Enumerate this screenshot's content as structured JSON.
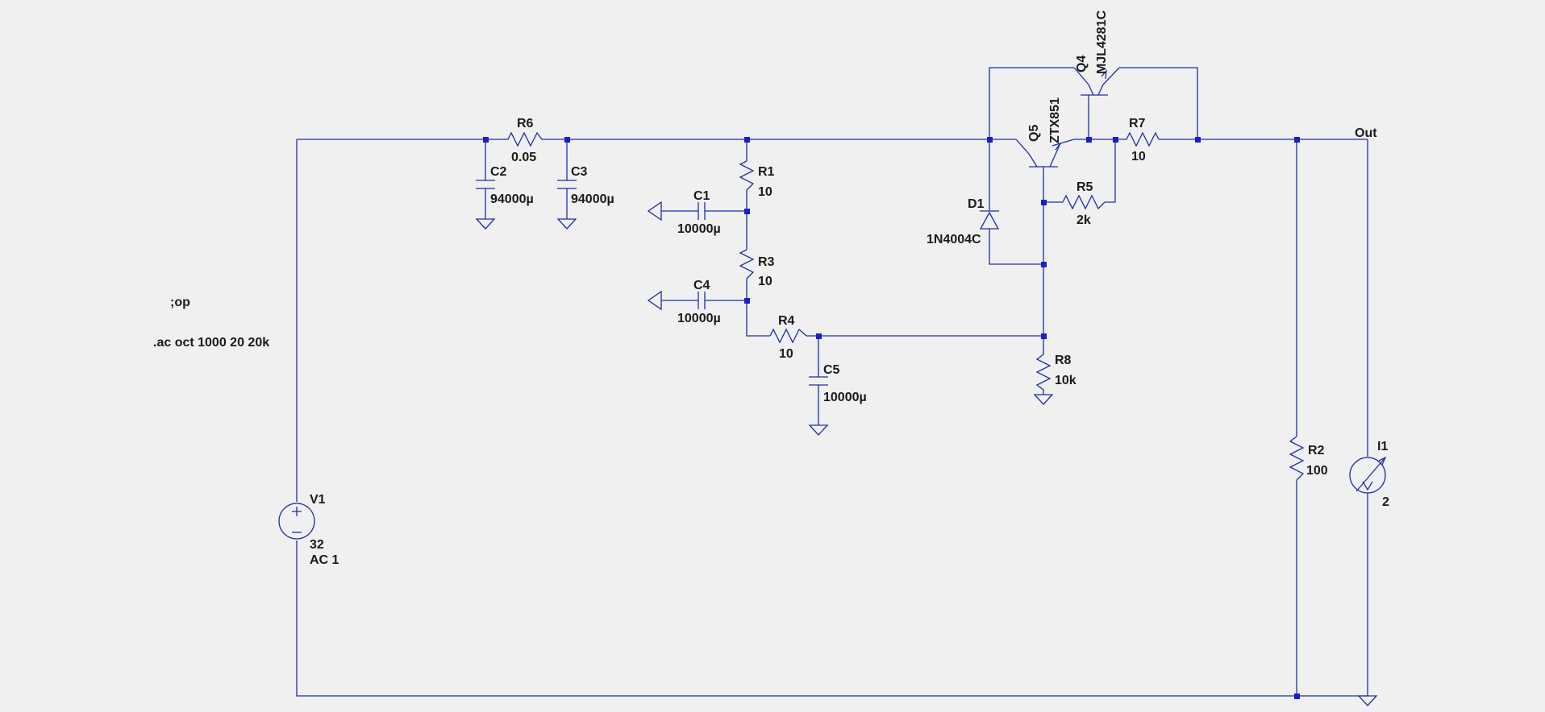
{
  "netlist_directives": [
    ";op",
    ".ac oct 1000 20 20k"
  ],
  "net_labels": {
    "out": "Out"
  },
  "components": {
    "R6": {
      "name": "R6",
      "value": "0.05"
    },
    "C2": {
      "name": "C2",
      "value": "94000µ"
    },
    "C3": {
      "name": "C3",
      "value": "94000µ"
    },
    "R1": {
      "name": "R1",
      "value": "10"
    },
    "C1": {
      "name": "C1",
      "value": "10000µ"
    },
    "R3": {
      "name": "R3",
      "value": "10"
    },
    "C4": {
      "name": "C4",
      "value": "10000µ"
    },
    "R4": {
      "name": "R4",
      "value": "10"
    },
    "C5": {
      "name": "C5",
      "value": "10000µ"
    },
    "D1": {
      "name": "D1",
      "value": "1N4004C"
    },
    "Q5": {
      "name": "Q5",
      "value": "ZTX851"
    },
    "Q4": {
      "name": "Q4",
      "value": "MJL4281C"
    },
    "R5": {
      "name": "R5",
      "value": "2k"
    },
    "R7": {
      "name": "R7",
      "value": "10"
    },
    "R8": {
      "name": "R8",
      "value": "10k"
    },
    "R2": {
      "name": "R2",
      "value": "100"
    },
    "I1": {
      "name": "I1",
      "value": "2"
    },
    "V1": {
      "name": "V1",
      "value": "32",
      "ac": "AC 1"
    }
  },
  "colors": {
    "wire": "#1f2ea8",
    "junction": "#1a1ecc",
    "background": "#f0f0f0",
    "text": "#1a1a1a"
  }
}
